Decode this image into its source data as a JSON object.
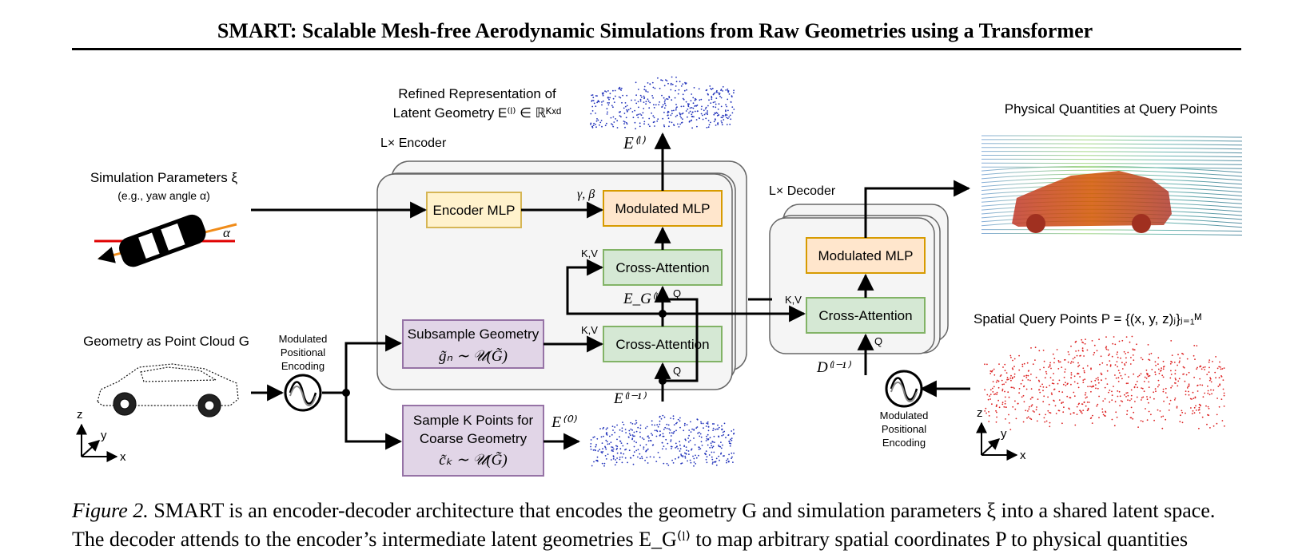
{
  "paper_title": "SMART: Scalable Mesh-free Aerodynamic Simulations from Raw Geometries using a Transformer",
  "diagram": {
    "refined_label_line1": "Refined Representation of",
    "refined_label_line2": "Latent Geometry E⁽ˡ⁾ ∈ ℝᴷˣᵈ",
    "encoder_stack_label": "L× Encoder",
    "decoder_stack_label": "L× Decoder",
    "encoder_output_label": "E⁽ˡ⁾",
    "sim_params_label": "Simulation Parameters ξ",
    "sim_params_example": "(e.g., yaw angle α)",
    "alpha_label": "α",
    "encoder_mlp": "Encoder MLP",
    "gamma_beta": "γ, β",
    "modulated_mlp": "Modulated MLP",
    "cross_attention": "Cross-Attention",
    "kv": "K,V",
    "q": "Q",
    "eg_label": "E_G⁽ˡ⁾",
    "geometry_label": "Geometry as Point Cloud G",
    "mod_pos_enc_line1": "Modulated",
    "mod_pos_enc_line2": "Positional",
    "mod_pos_enc_line3": "Encoding",
    "subsample_line1": "Subsample Geometry",
    "subsample_line2": "g̃ₙ ∼ 𝒰(G̃)",
    "sample_line1": "Sample K Points for",
    "sample_line2": "Coarse Geometry",
    "sample_line3": "c̃ₖ ∼ 𝒰(G̃)",
    "e0_label": "E⁽⁰⁾",
    "el_minus_label": "E⁽ˡ⁻¹⁾",
    "dl_minus_label": "D⁽ˡ⁻¹⁾",
    "physical_label": "Physical Quantities at Query Points",
    "query_label": "Spatial Query Points P = {(x, y, z)ⱼ}ⱼ₌₁ᴹ",
    "axis_z": "z",
    "axis_y": "y",
    "axis_x": "x"
  },
  "caption": {
    "figure_label": "Figure 2.",
    "line1": "SMART is an encoder-decoder architecture that encodes the geometry G and simulation parameters ξ into a shared latent space.",
    "line2": "The decoder attends to the encoder’s intermediate latent geometries E_G⁽ˡ⁾ to map arbitrary spatial coordinates P to physical quantities"
  },
  "colors": {
    "encoder_mlp_fill": "#fff2cc",
    "encoder_mlp_stroke": "#d6b656",
    "modulated_mlp_fill": "#ffe6cc",
    "modulated_mlp_stroke": "#d79b00",
    "cross_attention_fill": "#d5e8d4",
    "cross_attention_stroke": "#82b366",
    "sample_fill": "#e1d5e7",
    "sample_stroke": "#9673a6",
    "stack_fill": "#f5f5f5",
    "stack_stroke": "#666666",
    "yaw_red": "#e00000",
    "yaw_orange": "#f08c1a",
    "point_cloud_blue": "#2233bb",
    "query_red": "#dd2222"
  }
}
